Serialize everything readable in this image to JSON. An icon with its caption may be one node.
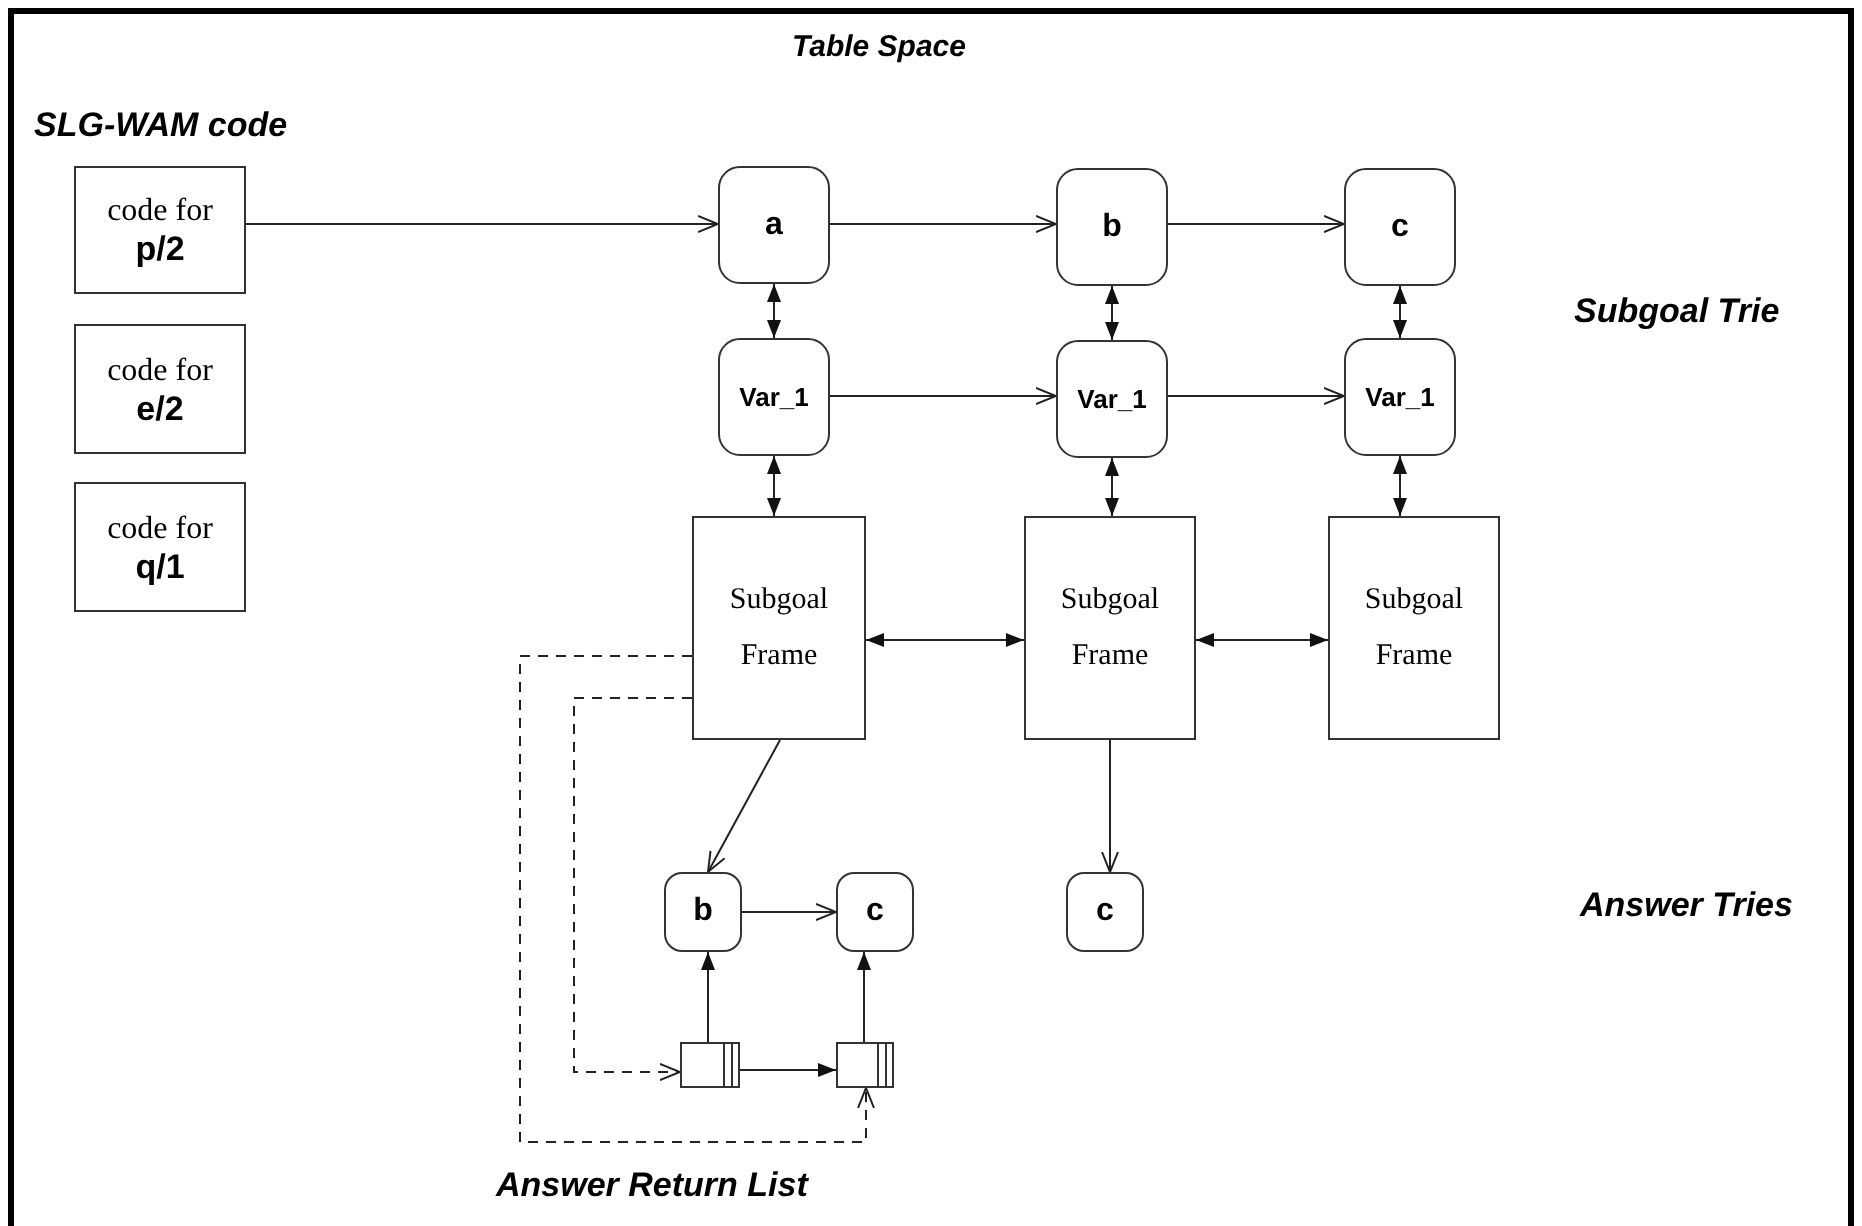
{
  "diagram": {
    "title": "Table Space",
    "nodes": [
      {
        "text": [
          "code for",
          "p/2"
        ]
      },
      {
        "text": [
          "code for",
          "e/2"
        ]
      },
      {
        "text": [
          "code for",
          "q/1"
        ]
      },
      {
        "text": [
          "a"
        ]
      },
      {
        "text": [
          "b"
        ]
      },
      {
        "text": [
          "c"
        ]
      },
      {
        "text": [
          "Var_1"
        ]
      },
      {
        "text": [
          "Var_1"
        ]
      },
      {
        "text": [
          "Var_1"
        ]
      },
      {
        "text": [
          "Subgoal Frame"
        ]
      },
      {
        "text": [
          "Subgoal Frame"
        ]
      },
      {
        "text": [
          "Subgoal Frame"
        ]
      },
      {
        "text": [
          "b"
        ]
      },
      {
        "text": [
          "c"
        ]
      },
      {
        "text": [
          "c"
        ]
      },
      {
        "text": [],
        "shape": "box"
      },
      {
        "text": [],
        "shape": "box"
      }
    ],
    "edges": [
      {
        "from": 0,
        "to": 3,
        "arrow": "to"
      },
      {
        "from": 3,
        "to": 4,
        "arrow": "to"
      },
      {
        "from": 4,
        "to": 5,
        "arrow": "to"
      },
      {
        "from": 6,
        "to": 7,
        "arrow": "to"
      },
      {
        "from": 7,
        "to": 8,
        "arrow": "to"
      },
      {
        "from": 3,
        "to": 6,
        "arrow": "both"
      },
      {
        "from": 4,
        "to": 7,
        "arrow": "both"
      },
      {
        "from": 5,
        "to": 8,
        "arrow": "both"
      },
      {
        "from": 6,
        "to": 9,
        "arrow": "both"
      },
      {
        "from": 7,
        "to": 10,
        "arrow": "both"
      },
      {
        "from": 8,
        "to": 11,
        "arrow": "both"
      },
      {
        "from": 9,
        "to": 10,
        "arrow": "both"
      },
      {
        "from": 10,
        "to": 11,
        "arrow": "both"
      },
      {
        "from": 9,
        "to": 12,
        "arrow": "to"
      },
      {
        "from": 10,
        "to": 14,
        "arrow": "to"
      },
      {
        "from": 12,
        "to": 13,
        "arrow": "to"
      },
      {
        "from": 15,
        "to": 12,
        "arrow": "to"
      },
      {
        "from": 16,
        "to": 13,
        "arrow": "to"
      },
      {
        "from": 15,
        "to": 16,
        "arrow": "to"
      },
      {
        "from": 9,
        "to": 15,
        "arrow": "to",
        "style": "dashed"
      },
      {
        "from": 9,
        "to": 16,
        "arrow": "to",
        "style": "dashed"
      }
    ],
    "labels": [
      "SLG-WAM code",
      "Subgoal Trie",
      "Answer Tries",
      "Answer Return List"
    ]
  }
}
